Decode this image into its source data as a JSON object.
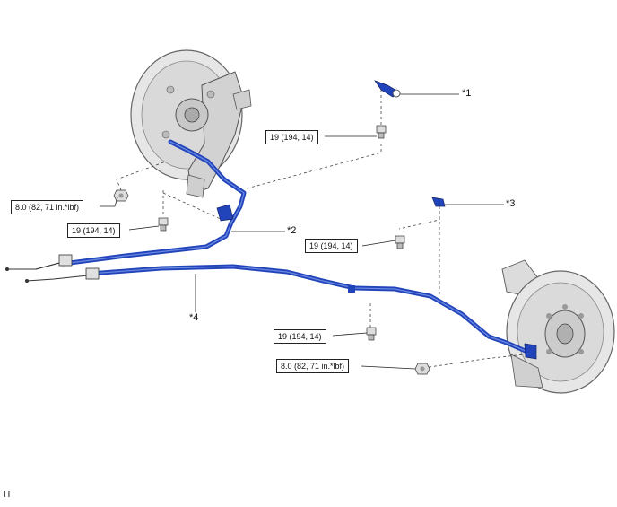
{
  "torque_labels": {
    "t1": "19 (194, 14)",
    "t2": "8.0 (82, 71 in.*lbf)",
    "t3": "19 (194, 14)",
    "t4": "19 (194, 14)",
    "t5": "19 (194, 14)",
    "t6": "8.0 (82, 71 in.*lbf)"
  },
  "callouts": {
    "c1": "*1",
    "c2": "*2",
    "c3": "*3",
    "c4": "*4"
  },
  "corner": "H",
  "colors": {
    "cable": "#2244bb",
    "cable_highlight": "#5577dd",
    "part_gray": "#e4e4e4",
    "part_shade": "#b8b8b8",
    "line": "#333333"
  }
}
